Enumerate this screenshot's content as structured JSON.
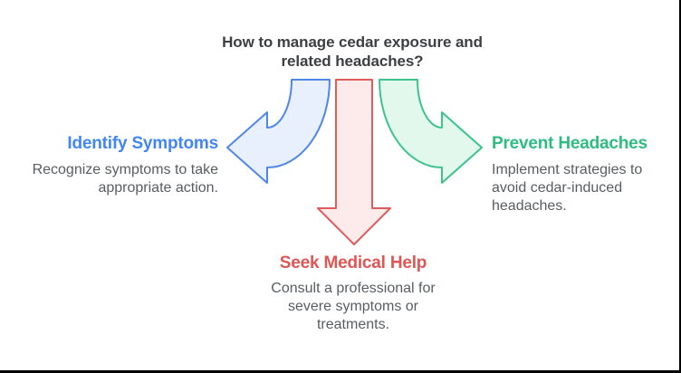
{
  "title": {
    "text": "How to manage cedar exposure and\nrelated headaches?",
    "color": "#3c4043"
  },
  "body_text_color": "#595d61",
  "canvas": {
    "background": "#ffffff",
    "edge_border_color": "#000000"
  },
  "branches": [
    {
      "id": "identify-symptoms",
      "heading": "Identify Symptoms",
      "heading_color": "#4285f4",
      "body": "Recognize symptoms to take\nappropriate action.",
      "arrow": {
        "direction": "curved-left",
        "fill": "#e8f0fe",
        "stroke": "#4e86ec"
      }
    },
    {
      "id": "seek-medical-help",
      "heading": "Seek Medical Help",
      "heading_color": "#e25555",
      "body": "Consult a professional for\nsevere symptoms or\ntreatments.",
      "arrow": {
        "direction": "straight-down",
        "fill": "#fdeaea",
        "stroke": "#e05c5c"
      }
    },
    {
      "id": "prevent-headaches",
      "heading": "Prevent Headaches",
      "heading_color": "#2ebd80",
      "body": "Implement strategies to\navoid cedar-induced\nheadaches.",
      "arrow": {
        "direction": "curved-right",
        "fill": "#e2f8ec",
        "stroke": "#3dc38c"
      }
    }
  ]
}
